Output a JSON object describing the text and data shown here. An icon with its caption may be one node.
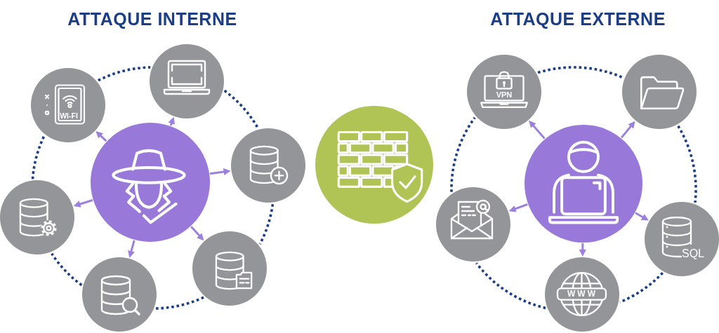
{
  "diagram": {
    "nodes": [
      {
        "text": [],
        "shape": "circle"
      },
      {
        "text": [
          "WI-FI"
        ]
      },
      {
        "text": [],
        "shape": "circle"
      },
      {
        "text": [],
        "shape": "circle"
      },
      {
        "text": [],
        "shape": "circle"
      },
      {
        "text": [],
        "shape": "circle"
      },
      {
        "text": [],
        "shape": "circle"
      },
      {
        "text": [],
        "shape": "circle"
      },
      {
        "text": [],
        "shape": "circle"
      },
      {
        "text": [
          "VPN"
        ]
      },
      {
        "text": [],
        "shape": "circle"
      },
      {
        "text": [],
        "shape": "circle"
      },
      {
        "text": [
          "WWW"
        ]
      },
      {
        "text": [
          "SQL"
        ]
      }
    ],
    "edges": [
      {
        "from": 0,
        "to": 1,
        "arrow": "to"
      },
      {
        "from": 0,
        "to": 2,
        "arrow": "to"
      },
      {
        "from": 0,
        "to": 3,
        "arrow": "to"
      },
      {
        "from": 0,
        "to": 4,
        "arrow": "to"
      },
      {
        "from": 0,
        "to": 5,
        "arrow": "to"
      },
      {
        "from": 0,
        "to": 6,
        "arrow": "to"
      },
      {
        "from": 8,
        "to": 9,
        "arrow": "to"
      },
      {
        "from": 8,
        "to": 10,
        "arrow": "to"
      },
      {
        "from": 8,
        "to": 11,
        "arrow": "to"
      },
      {
        "from": 8,
        "to": 12,
        "arrow": "to"
      },
      {
        "from": 8,
        "to": 13,
        "arrow": "to"
      }
    ],
    "labels": [
      "ATTAQUE INTERNE",
      "ATTAQUE EXTERNE"
    ]
  }
}
